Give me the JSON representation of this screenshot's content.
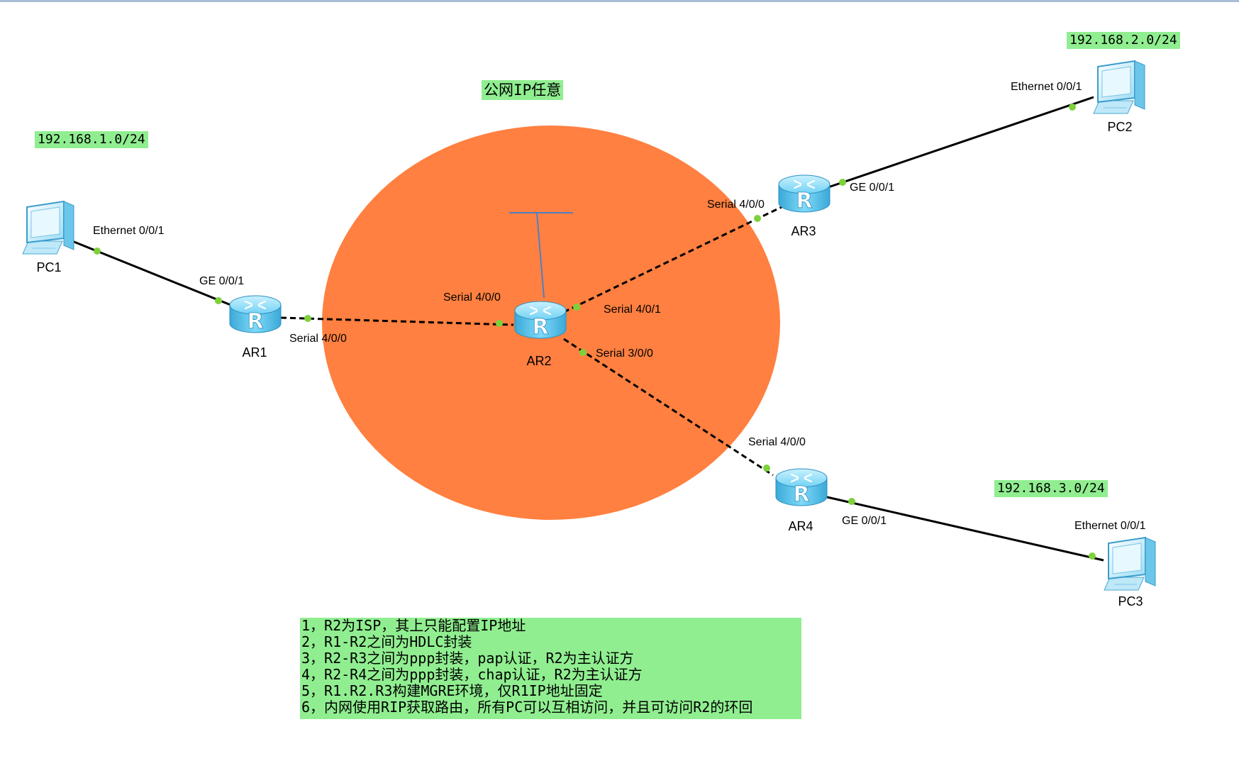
{
  "labels": {
    "public_ip": "公网IP任意",
    "net1": "192.168.1.0/24",
    "net2": "192.168.2.0/24",
    "net3": "192.168.3.0/24"
  },
  "devices": {
    "pc1": "PC1",
    "pc2": "PC2",
    "pc3": "PC3",
    "ar1": "AR1",
    "ar2": "AR2",
    "ar3": "AR3",
    "ar4": "AR4"
  },
  "interfaces": {
    "pc1_eth": "Ethernet 0/0/1",
    "ar1_ge": "GE 0/0/1",
    "ar1_serial": "Serial 4/0/0",
    "ar2_serial_400": "Serial 4/0/0",
    "ar2_serial_401": "Serial 4/0/1",
    "ar2_serial_300": "Serial 3/0/0",
    "ar3_serial": "Serial 4/0/0",
    "ar3_ge": "GE 0/0/1",
    "pc2_eth": "Ethernet 0/0/1",
    "ar4_serial": "Serial 4/0/0",
    "ar4_ge": "GE 0/0/1",
    "pc3_eth": "Ethernet 0/0/1"
  },
  "requirements": [
    "1，R2为ISP，其上只能配置IP地址",
    "2，R1-R2之间为HDLC封装",
    "3，R2-R3之间为ppp封装，pap认证，R2为主认证方",
    "4，R2-R4之间为ppp封装，chap认证，R2为主认证方",
    "5，R1.R2.R3构建MGRE环境，仅R1IP地址固定",
    "6，内网使用RIP获取路由，所有PC可以互相访问，并且可访问R2的环回"
  ],
  "colors": {
    "isp_cloud": "#ff8040",
    "label_bg": "#90ee90",
    "port_dot": "#7dd13a",
    "router_body": "#5ec4ea"
  }
}
